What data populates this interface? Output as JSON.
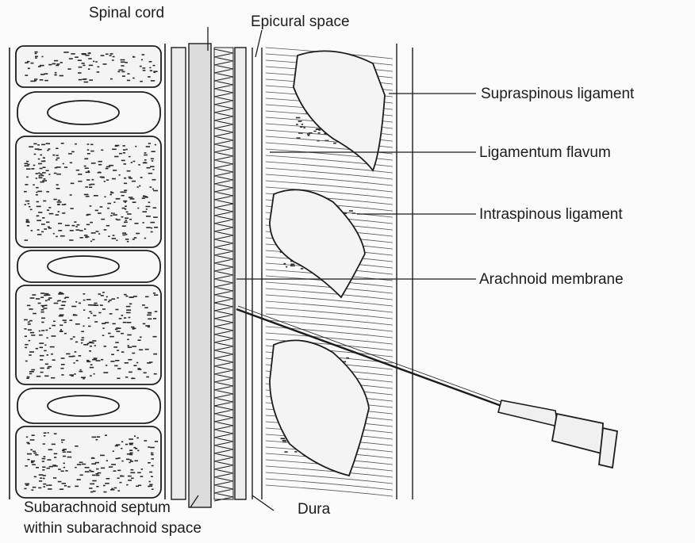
{
  "labels": {
    "spinal_cord": "Spinal cord",
    "epidural_space": "Epicural space",
    "supraspinous_ligament": "Supraspinous ligament",
    "ligamentum_flavum": "Ligamentum flavum",
    "intraspinous_ligament": "Intraspinous ligament",
    "arachnoid_membrane": "Arachnoid membrane",
    "subarachnoid_septum_line1": "Subarachnoid septum",
    "subarachnoid_septum_line2": "within subarachnoid space",
    "dura": "Dura"
  },
  "colors": {
    "ink": "#1c1c1c",
    "bone_fill": "#f4f4f4",
    "speckle": "#2a2a2a",
    "background": "#fbfbfb"
  },
  "structures": {
    "vertebral_bodies": 4,
    "intervertebral_discs": 3,
    "spinous_processes": 3
  }
}
